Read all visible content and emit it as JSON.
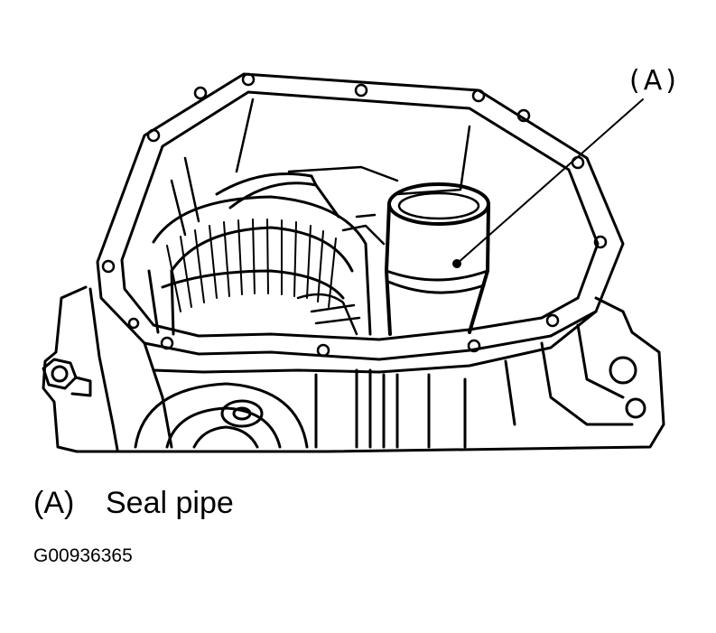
{
  "figure": {
    "callout": "(A)",
    "legend": {
      "key": "(A)",
      "label": "Seal pipe"
    },
    "code": "G00936365",
    "line_color": "#000000"
  }
}
